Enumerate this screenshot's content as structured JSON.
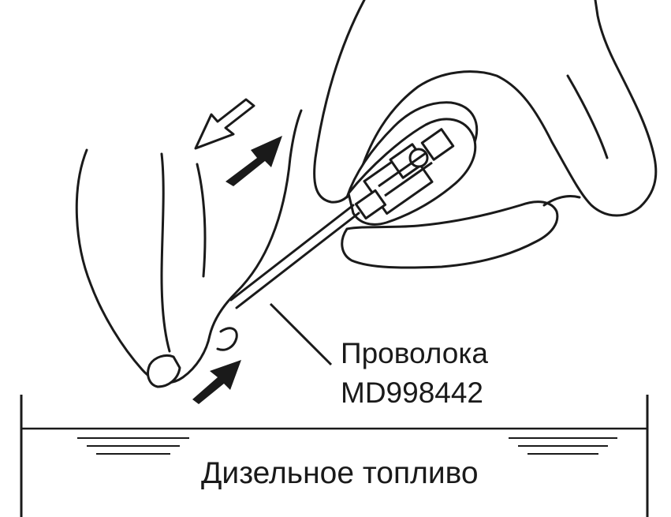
{
  "labels": {
    "wire_line1": "Проволока",
    "wire_line2": "MD998442",
    "fuel": "Дизельное топливо"
  },
  "colors": {
    "ink": "#1a1a1a",
    "paper": "#ffffff"
  },
  "icons": {
    "arrow_pull": "hollow-arrow-left-up",
    "arrow_push": "solid-arrow-right-up"
  }
}
